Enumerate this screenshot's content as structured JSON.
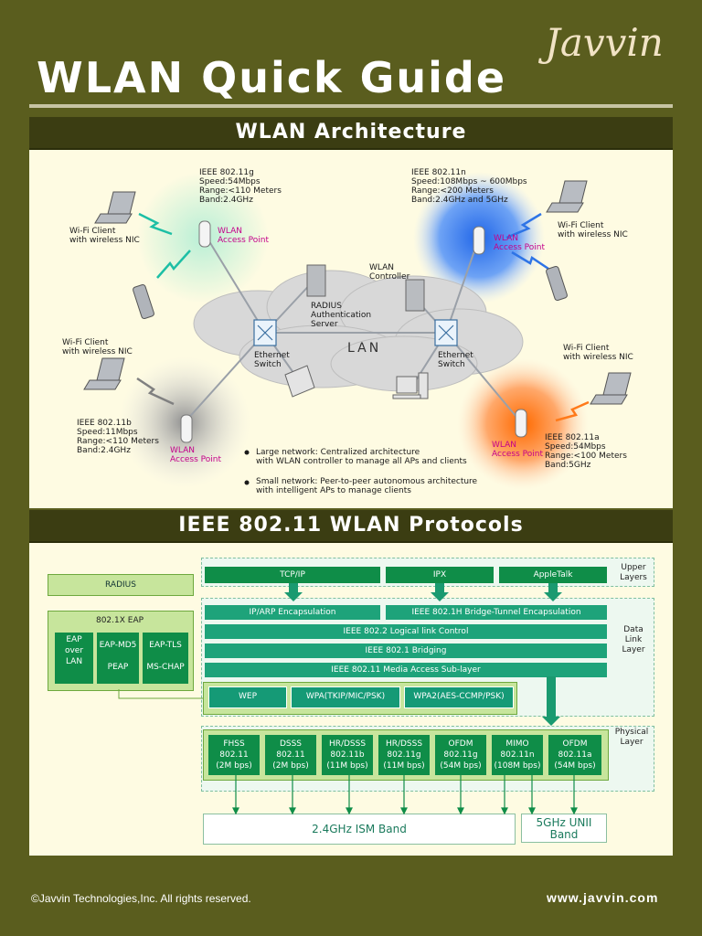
{
  "header": {
    "title": "WLAN Quick Guide",
    "brand": "Javvin"
  },
  "architecture": {
    "heading": "WLAN Architecture",
    "ap_tl_spec": "IEEE 802.11g\nSpeed:54Mbps\nRange:<110 Meters\nBand:2.4GHz",
    "ap_tr_spec": "IEEE 802.11n\nSpeed:108Mbps ~ 600Mbps\nRange:<200 Meters\nBand:2.4GHz and 5GHz",
    "ap_bl_spec": "IEEE 802.11b\nSpeed:11Mbps\nRange:<110 Meters\nBand:2.4GHz",
    "ap_br_spec": "IEEE 802.11a\nSpeed:54Mbps\nRange:<100 Meters\nBand:5GHz",
    "wlan_ap": "WLAN\nAccess Point",
    "wifi_client": "Wi-Fi Client\nwith wireless NIC",
    "radius_server": "RADIUS\nAuthentication\nServer",
    "wlan_controller": "WLAN\nController",
    "ethernet_switch": "Ethernet\nSwitch",
    "lan": "LAN",
    "notes": [
      "Large network: Centralized architecture\nwith WLAN controller to manage all APs and clients",
      "Small network: Peer-to-peer autonomous architecture\nwith intelligent APs to manage clients"
    ]
  },
  "protocols": {
    "heading": "IEEE 802.11 WLAN Protocols",
    "radius": "RADIUS",
    "eap": "802.1X EAP",
    "eap_items": [
      "EAP\nover\nLAN",
      "EAP-MD5\n\nPEAP",
      "EAP-TLS\n\nMS-CHAP"
    ],
    "upper": [
      "TCP/IP",
      "IPX",
      "AppleTalk"
    ],
    "upper_label": "Upper\nLayers",
    "encap": [
      "IP/ARP Encapsulation",
      "IEEE 802.1H Bridge-Tunnel Encapsulation"
    ],
    "llc": "IEEE 802.2 Logical link Control",
    "bridging": "IEEE 802.1 Bridging",
    "mac": "IEEE 802.11 Media Access Sub-layer",
    "datalink_label": "Data\nLink\nLayer",
    "security": [
      "WEP",
      "WPA(TKIP/MIC/PSK)",
      "WPA2(AES-CCMP/PSK)"
    ],
    "phy": [
      "FHSS\n802.11\n(2M bps)",
      "DSSS\n802.11\n(2M bps)",
      "HR/DSSS\n802.11b\n(11M bps)",
      "HR/DSSS\n802.11g\n(11M bps)",
      "OFDM\n802.11g\n(54M bps)",
      "MIMO\n802.11n\n(108M bps)",
      "OFDM\n802.11a\n(54M bps)"
    ],
    "phy_label": "Physical\nLayer",
    "band_ism": "2.4GHz ISM Band",
    "band_unii": "5GHz UNII\nBand"
  },
  "footer": {
    "copyright": "©Javvin Technologies,Inc. All rights reserved.",
    "url": "www.javvin.com"
  }
}
